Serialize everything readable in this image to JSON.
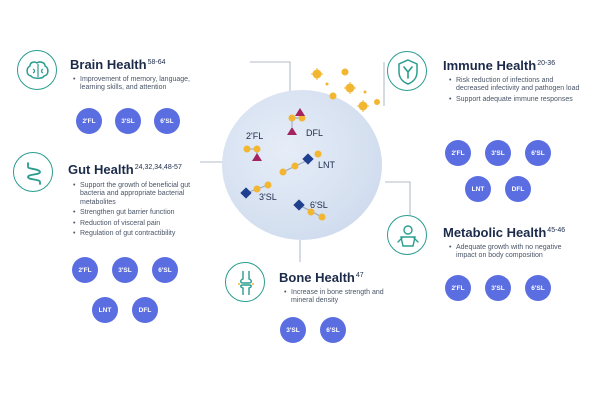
{
  "brain": {
    "title": "Brain Health",
    "refs": "58-64",
    "bullets": [
      "Improvement of memory, language, learning skills, and attention"
    ],
    "pills": [
      "2'FL",
      "3'SL",
      "6'SL"
    ]
  },
  "gut": {
    "title": "Gut Health",
    "refs": "24,32,34,48-57",
    "bullets": [
      "Support the growth of beneficial gut bacteria and appropriate bacterial metabolites",
      "Strengthen gut barrier function",
      "Reduction of visceral pain",
      "Regulation of gut contractibility"
    ],
    "pills": [
      "2'FL",
      "3'SL",
      "6'SL",
      "LNT",
      "DFL"
    ]
  },
  "immune": {
    "title": "Immune Health",
    "refs": "20-36",
    "bullets": [
      "Risk reduction of infections and decreased infectivity and pathogen load",
      "Support adequate immune responses"
    ],
    "pills": [
      "2'FL",
      "3'SL",
      "6'SL",
      "LNT",
      "DFL"
    ]
  },
  "metabolic": {
    "title": "Metabolic Health",
    "refs": "45-46",
    "bullets": [
      "Adequate growth with no negative impact on body composition"
    ],
    "pills": [
      "2'FL",
      "3'SL",
      "6'SL"
    ]
  },
  "bone": {
    "title": "Bone Health",
    "refs": "47",
    "bullets": [
      "Increase in bone strength and mineral density"
    ],
    "pills": [
      "3'SL",
      "6'SL"
    ]
  },
  "center": {
    "labels": [
      "2'FL",
      "DFL",
      "LNT",
      "3'SL",
      "6'SL"
    ]
  },
  "colors": {
    "accent_teal": "#2a9d8f",
    "pill_blue": "#5b6ee1",
    "fucose_red": "#a3245e",
    "galactose_yellow": "#f2b631",
    "glcnac_blue": "#1f3f8f",
    "text_dark": "#1c2b4a",
    "virus_yellow": "#f2b631"
  }
}
